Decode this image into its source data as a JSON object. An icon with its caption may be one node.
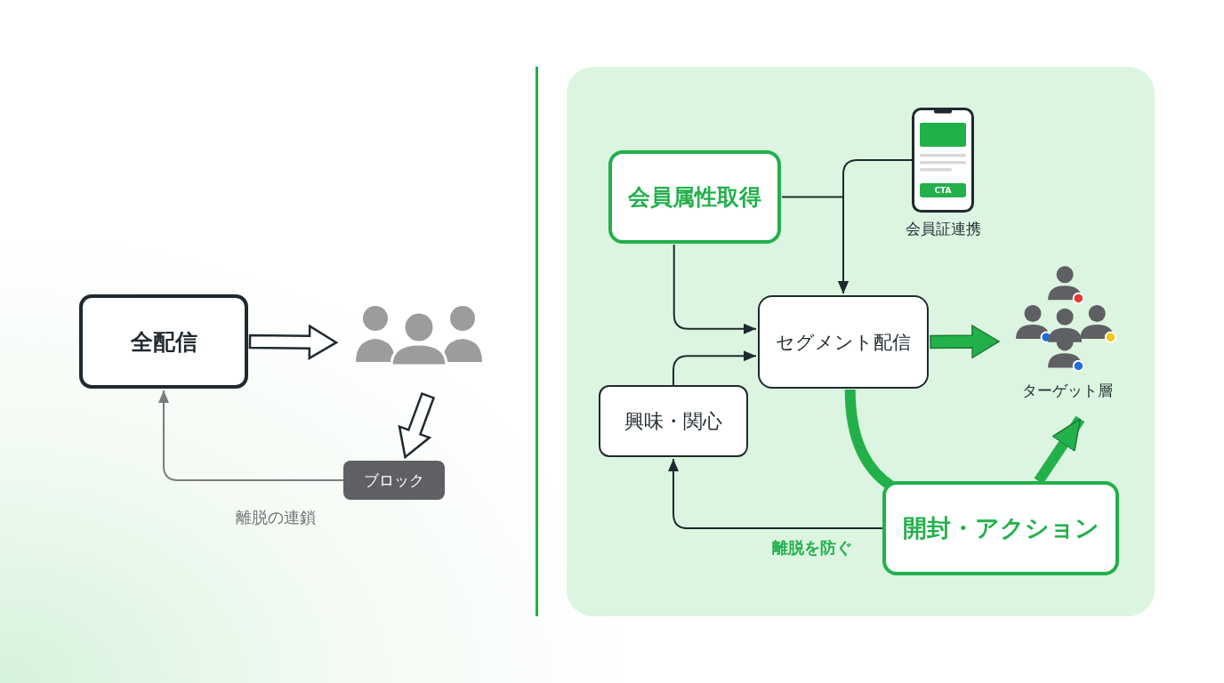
{
  "diagram": {
    "nodes": [
      {
        "text": [
          "全配信"
        ]
      },
      {
        "text": [],
        "shape": "person"
      },
      {
        "text": [
          "ブロック"
        ]
      },
      {
        "text": [
          "会員属性取得"
        ]
      },
      {
        "text": [
          "CTA",
          "会員証連携"
        ]
      },
      {
        "text": [
          "セグメント配信"
        ]
      },
      {
        "text": [
          "ターゲット層"
        ]
      },
      {
        "text": [
          "興味・関心"
        ]
      },
      {
        "text": [
          "開封・アクション"
        ]
      }
    ],
    "edges": [
      {
        "from": 0,
        "to": 1,
        "arrow": "to",
        "style": "thick"
      },
      {
        "from": 1,
        "to": 2,
        "arrow": "to",
        "style": "thick"
      },
      {
        "from": 2,
        "to": 0,
        "arrow": "to",
        "color": "#7a7c7e",
        "label": "離脱の連鎖"
      },
      {
        "from": 3,
        "to": 5,
        "arrow": "to"
      },
      {
        "from": 4,
        "to": 5,
        "arrow": "to"
      },
      {
        "from": 3,
        "to": 5,
        "arrow": "to"
      },
      {
        "from": 7,
        "to": 5,
        "arrow": "to"
      },
      {
        "from": 5,
        "to": 6,
        "arrow": "to",
        "style": "thick",
        "color": "#22b04b"
      },
      {
        "from": 5,
        "to": 8,
        "arrow": "none",
        "style": "thick",
        "color": "#22b04b"
      },
      {
        "from": 8,
        "to": 6,
        "arrow": "to",
        "style": "thick",
        "color": "#22b04b"
      },
      {
        "from": 8,
        "to": 7,
        "arrow": "to",
        "label": "離脱を防ぐ"
      }
    ]
  }
}
